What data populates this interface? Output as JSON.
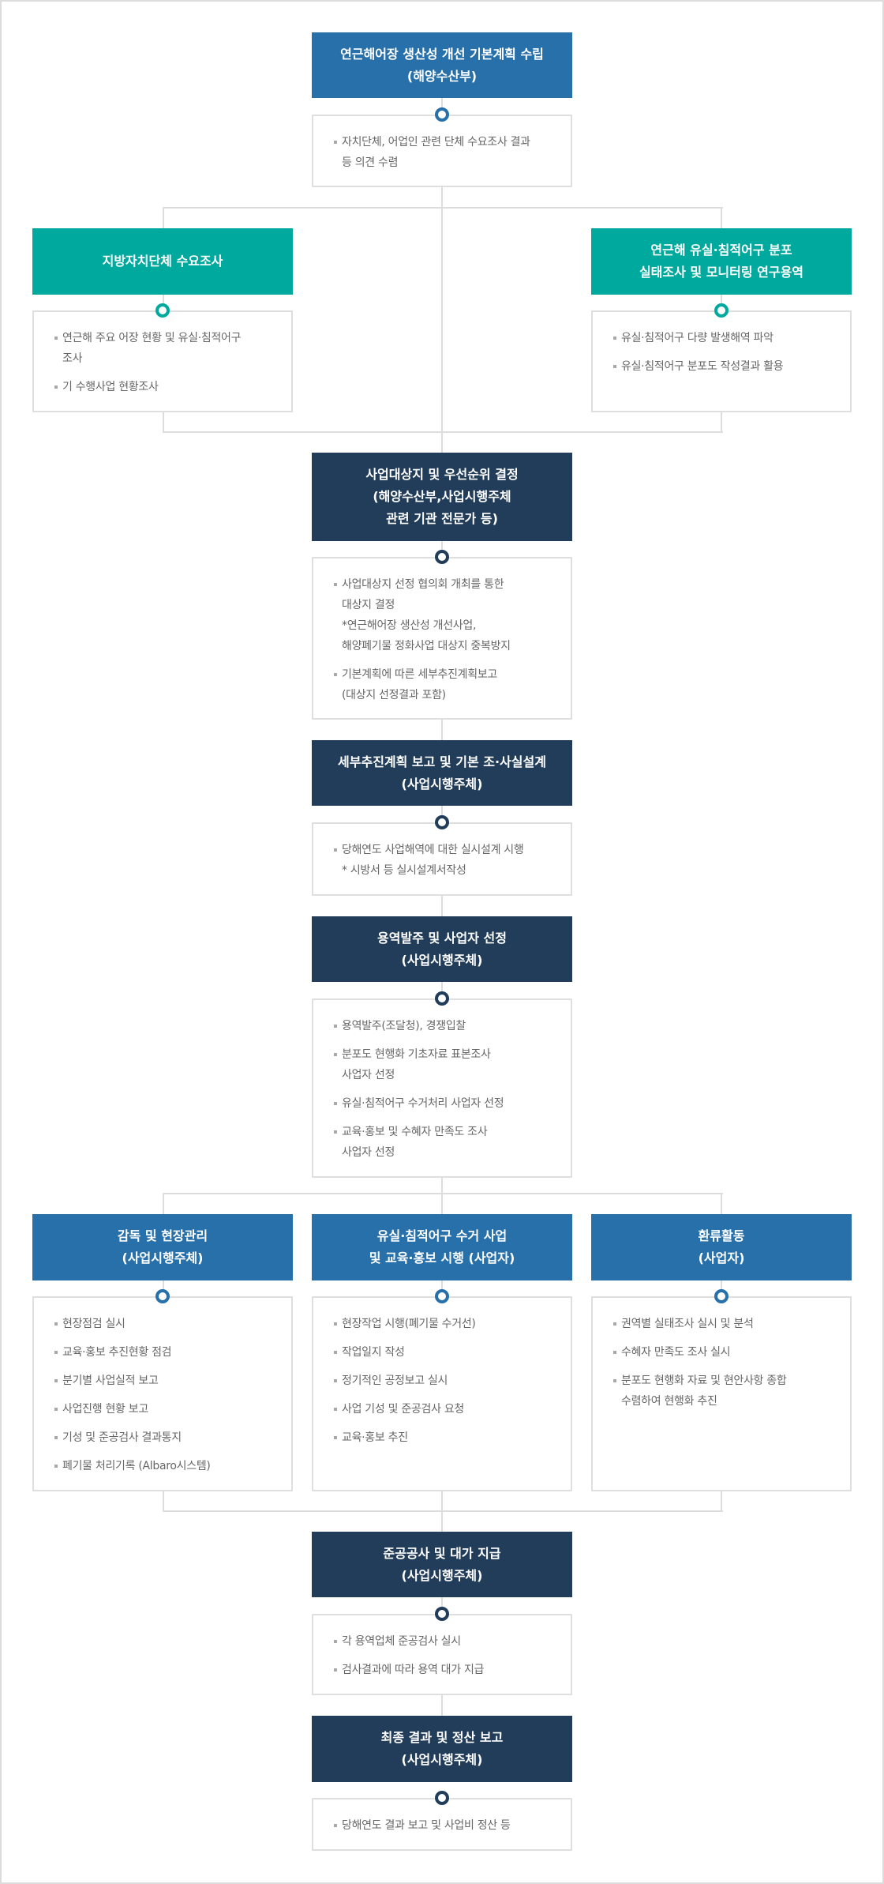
{
  "colors": {
    "blue": "#2770aa",
    "teal": "#00a99d",
    "navy": "#213d5a",
    "line": "#dddddd",
    "text": "#666666"
  },
  "steps": [
    {
      "title": "연근해어장 생산성 개선 기본계획 수립\n(해양수산부)",
      "items": [
        "자치단체, 어업인 관련 단체 수요조사 결과\n등 의견 수렴"
      ]
    },
    {
      "title": "지방자치단체 수요조사",
      "items": [
        "연근해 주요 어장 현황 및 유실·침적어구\n조사",
        "기 수행사업 현황조사"
      ]
    },
    {
      "title": "연근해 유실·침적어구 분포\n실태조사 및 모니터링 연구용역",
      "items": [
        "유실·침적어구 다량 발생해역 파악",
        "유실·침적어구 분포도 작성결과 활용"
      ]
    },
    {
      "title": "사업대상지 및 우선순위 결정\n(해양수산부,사업시행주체\n관련 기관 전문가 등)",
      "items": [
        "사업대상지 선정 협의회 개최를 통한\n대상지 결정\n*연근해어장 생산성 개선사업,\n해양폐기물 정화사업 대상지 중복방지",
        "기본계획에 따른 세부추진계획보고\n(대상지 선정결과 포함)"
      ]
    },
    {
      "title": "세부추진계획 보고 및 기본 조·사실설계\n(사업시행주체)",
      "items": [
        "당해연도 사업해역에 대한 실시설계 시행\n* 시방서 등 실시설계서작성"
      ]
    },
    {
      "title": "용역발주 및 사업자 선정\n(사업시행주체)",
      "items": [
        "용역발주(조달청), 경쟁입찰",
        "분포도 현행화 기초자료 표본조사\n사업자 선정",
        "유실·침적어구 수거처리 사업자 선정",
        "교육·홍보 및 수혜자 만족도 조사\n사업자 선정"
      ]
    },
    {
      "title": "감독 및 현장관리\n(사업시행주체)",
      "items": [
        "현장점검 실시",
        "교육·홍보 추진현황 점검",
        "분기별 사업실적 보고",
        "사업진행 현황 보고",
        "기성 및 준공검사 결과통지",
        "폐기물 처리기록 (Albaro시스템)"
      ]
    },
    {
      "title": "유실·침적어구 수거 사업\n및 교육·홍보 시행 (사업자)",
      "items": [
        "현장작업 시행(폐기물 수거선)",
        "작업일지 작성",
        "정기적인 공정보고 실시",
        "사업 기성 및 준공검사 요청",
        "교육·홍보 추진"
      ]
    },
    {
      "title": "환류활동\n(사업자)",
      "items": [
        "권역별 실태조사 실시 및 분석",
        "수혜자 만족도 조사 실시",
        "분포도 현행화 자료 및 현안사항 종합\n수렴하여 현행화 추진"
      ]
    },
    {
      "title": "준공공사 및 대가 지급\n(사업시행주체)",
      "items": [
        "각 용역업체 준공검사 실시",
        "검사결과에 따라 용역 대가 지급"
      ]
    },
    {
      "title": "최종 결과 및 정산 보고\n(사업시행주체)",
      "items": [
        "당해연도 결과 보고 및 사업비 정산 등"
      ]
    }
  ]
}
